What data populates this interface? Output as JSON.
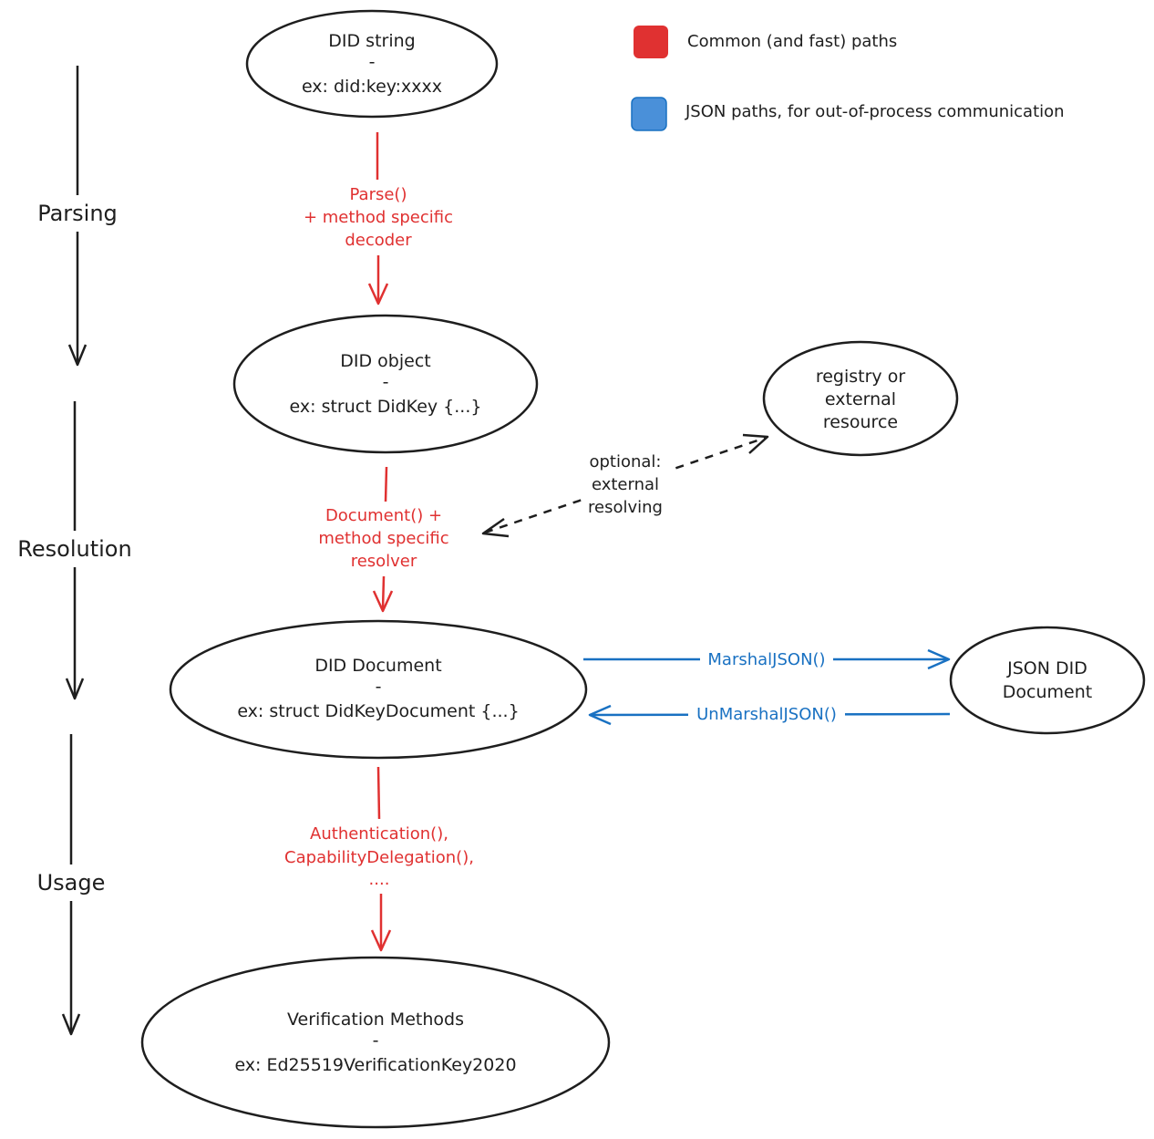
{
  "legend": {
    "items": [
      {
        "label": "Common (and fast) paths",
        "color": "#e03131"
      },
      {
        "label": "JSON paths, for out-of-process communication",
        "color": "#4a90d9"
      }
    ]
  },
  "stages": {
    "parsing": "Parsing",
    "resolution": "Resolution",
    "usage": "Usage"
  },
  "nodes": {
    "did_string": {
      "line1": "DID string",
      "line2": "-",
      "line3": "ex: did:key:xxxx"
    },
    "did_object": {
      "line1": "DID object",
      "line2": "-",
      "line3": "ex: struct DidKey {...}"
    },
    "did_document": {
      "line1": "DID Document",
      "line2": "-",
      "line3": "ex: struct DidKeyDocument {...}"
    },
    "verification_methods": {
      "line1": "Verification Methods",
      "line2": "-",
      "line3": "ex: Ed25519VerificationKey2020"
    },
    "registry": {
      "line1": "registry or",
      "line2": "external",
      "line3": "resource"
    },
    "json_did_document": {
      "line1": "JSON DID",
      "line2": "Document"
    }
  },
  "edges": {
    "parse": {
      "line1": "Parse()",
      "line2": "+ method specific",
      "line3": "decoder"
    },
    "document": {
      "line1": "Document() +",
      "line2": "method specific",
      "line3": "resolver"
    },
    "usage": {
      "line1": "Authentication(),",
      "line2": "CapabilityDelegation(),",
      "line3": "...."
    },
    "optional": {
      "line1": "optional:",
      "line2": "external",
      "line3": "resolving"
    },
    "marshal": "MarshalJSON()",
    "unmarshal": "UnMarshalJSON()"
  },
  "colors": {
    "red": "#e03131",
    "blue": "#1971c2",
    "stroke": "#1e1e1e"
  }
}
